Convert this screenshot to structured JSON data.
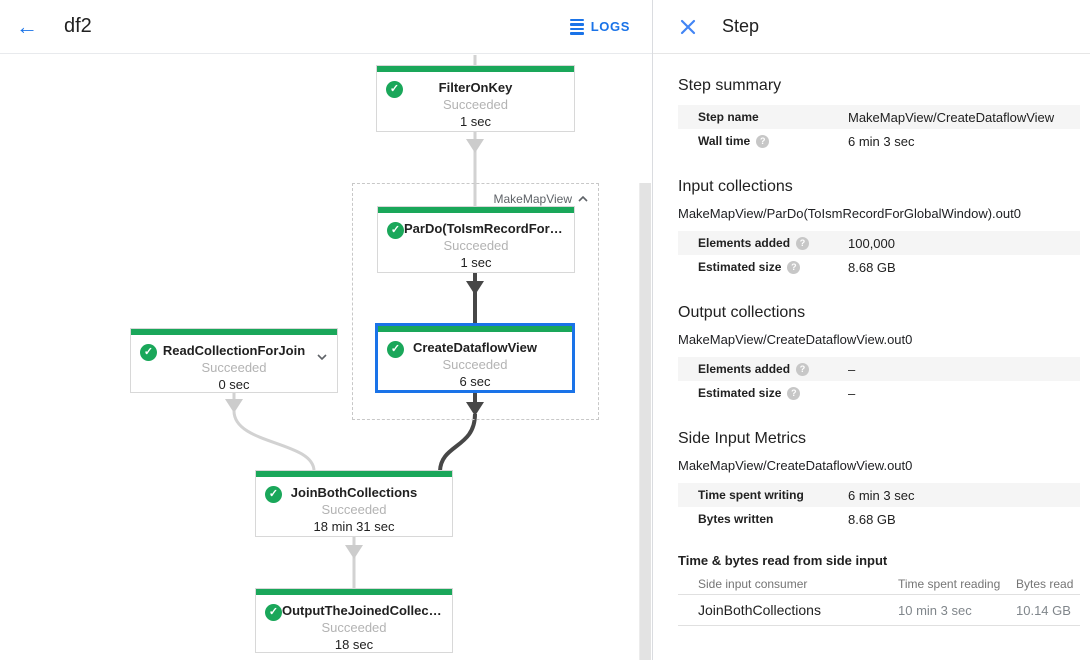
{
  "colors": {
    "success_green": "#1aa75a",
    "accent_blue": "#1a73e8",
    "selection_border_blue": "#1a73e8",
    "edge_light_gray": "#d2d2d2",
    "edge_dark_gray": "#474747"
  },
  "header": {
    "title": "df2",
    "logs_label": "LOGS"
  },
  "graph": {
    "group_label": "MakeMapView",
    "nodes": [
      {
        "title": "FilterOnKey",
        "status": "Succeeded",
        "time": "1 sec"
      },
      {
        "title": "ParDo(ToIsmRecordFor…",
        "status": "Succeeded",
        "time": "1 sec"
      },
      {
        "title": "CreateDataflowView",
        "status": "Succeeded",
        "time": "6 sec"
      },
      {
        "title": "ReadCollectionForJoin",
        "status": "Succeeded",
        "time": "0 sec"
      },
      {
        "title": "JoinBothCollections",
        "status": "Succeeded",
        "time": "18 min 31 sec"
      },
      {
        "title": "OutputTheJoinedCollec…",
        "status": "Succeeded",
        "time": "18 sec"
      }
    ]
  },
  "panel": {
    "title": "Step",
    "step_summary": {
      "heading": "Step summary",
      "rows": [
        {
          "label": "Step name",
          "value": "MakeMapView/CreateDataflowView"
        },
        {
          "label": "Wall time",
          "value": "6 min 3 sec"
        }
      ]
    },
    "input_collections": {
      "heading": "Input collections",
      "collection": "MakeMapView/ParDo(ToIsmRecordForGlobalWindow).out0",
      "rows": [
        {
          "label": "Elements added",
          "value": "100,000"
        },
        {
          "label": "Estimated size",
          "value": "8.68 GB"
        }
      ]
    },
    "output_collections": {
      "heading": "Output collections",
      "collection": "MakeMapView/CreateDataflowView.out0",
      "rows": [
        {
          "label": "Elements added",
          "value": "–"
        },
        {
          "label": "Estimated size",
          "value": "–"
        }
      ]
    },
    "side_input_metrics": {
      "heading": "Side Input Metrics",
      "collection": "MakeMapView/CreateDataflowView.out0",
      "rows": [
        {
          "label": "Time spent writing",
          "value": "6 min 3 sec"
        },
        {
          "label": "Bytes written",
          "value": "8.68 GB"
        }
      ]
    },
    "side_input_table": {
      "heading": "Time & bytes read from side input",
      "columns": [
        "Side input consumer",
        "Time spent reading",
        "Bytes read"
      ],
      "rows": [
        [
          "JoinBothCollections",
          "10 min 3 sec",
          "10.14 GB"
        ]
      ]
    }
  }
}
